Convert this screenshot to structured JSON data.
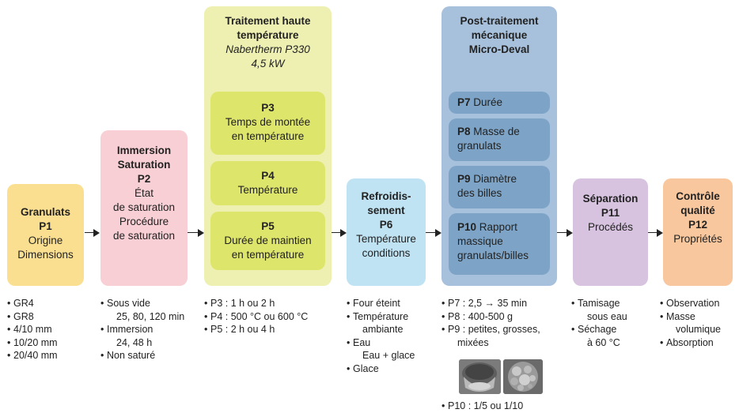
{
  "colors": {
    "yellow": "#fbdf91",
    "pink": "#f8cfd4",
    "lime_bg": "#eef0b2",
    "lime_sub": "#dee56b",
    "cyan": "#bfe3f3",
    "steel_bg": "#a7c1dc",
    "steel_sub": "#7da4c7",
    "lavender": "#d7c3e0",
    "peach": "#f9c79d"
  },
  "granulats": {
    "title": "Granulats",
    "code": "P1",
    "l1": "Origine",
    "l2": "Dimensions",
    "list": [
      "GR4",
      "GR8",
      "4/10 mm",
      "10/20 mm",
      "20/40 mm"
    ]
  },
  "immersion": {
    "t1": "Immersion",
    "t2": "Saturation",
    "code": "P2",
    "l1": "État",
    "l2": "de saturation",
    "l3": "Procédure",
    "l4": "de saturation",
    "list": {
      "a": "Sous vide",
      "a2": "25, 80, 120 min",
      "b": "Immersion",
      "b2": "24, 48 h",
      "c": "Non saturé"
    }
  },
  "traitement": {
    "t1": "Traitement haute",
    "t2": "température",
    "i1": "Nabertherm P330",
    "i2": "4,5 kW",
    "p3": {
      "code": "P3",
      "l1": "Temps de montée",
      "l2": "en température"
    },
    "p4": {
      "code": "P4",
      "l1": "Température"
    },
    "p5": {
      "code": "P5",
      "l1": "Durée de maintien",
      "l2": "en température"
    },
    "list": [
      "P3 : 1 h ou 2 h",
      "P4 : 500 °C ou 600 °C",
      "P5 : 2 h ou 4 h"
    ]
  },
  "refroid": {
    "t1": "Refroidis-",
    "t2": "sement",
    "code": "P6",
    "l1": "Température",
    "l2": "conditions",
    "list": {
      "a": "Four éteint",
      "b": "Température",
      "b2": "ambiante",
      "c": "Eau",
      "c2": "Eau + glace",
      "d": "Glace"
    }
  },
  "post": {
    "t1": "Post-traitement",
    "t2": "mécanique",
    "t3": "Micro-Deval",
    "p7": {
      "code": "P7",
      "l1": "Durée"
    },
    "p8": {
      "code": "P8",
      "l1": "Masse de",
      "l2": "granulats"
    },
    "p9": {
      "code": "P9",
      "l1": "Diamètre",
      "l2": "des billes"
    },
    "p10": {
      "code": "P10",
      "l1": "Rapport",
      "l2": "massique",
      "l3": "granulats/billes"
    },
    "list": {
      "a": "P7 : 2,5 → 35 min",
      "b": "P8 : 400-500 g",
      "c": "P9 : petites, grosses,",
      "c2": "mixées",
      "d": "P10 : 1/5 ou 1/10"
    }
  },
  "separation": {
    "title": "Séparation",
    "code": "P11",
    "l1": "Procédés",
    "list": {
      "a": "Tamisage",
      "a2": "sous eau",
      "b": "Séchage",
      "b2": "à 60 °C"
    }
  },
  "controle": {
    "t1": "Contrôle",
    "t2": "qualité",
    "code": "P12",
    "l1": "Propriétés",
    "list": {
      "a": "Observation",
      "b": "Masse",
      "b2": "volumique",
      "c": "Absorption"
    }
  }
}
